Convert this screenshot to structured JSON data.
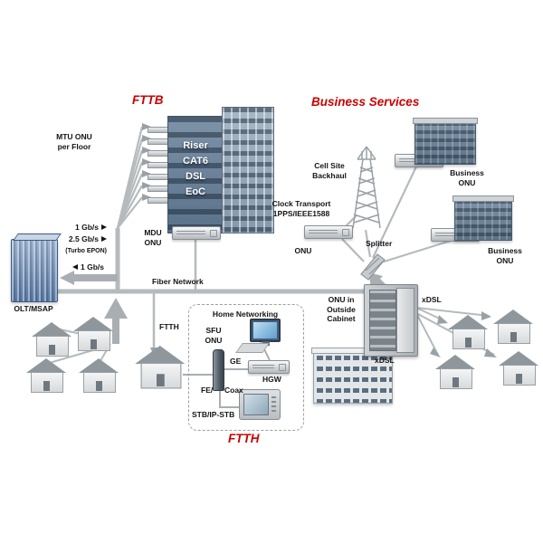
{
  "titles": {
    "fttb": "FTTB",
    "business_services": "Business Services",
    "ftth": "FTTH"
  },
  "fttb": {
    "mtu_onu_label": "MTU ONU\nper Floor",
    "building_text": "Riser\nCAT6\nDSL\nEoC",
    "mdu_onu_label": "MDU\nONU"
  },
  "olt": {
    "name": "OLT/MSAP",
    "downstream_rate_1": "1 Gb/s",
    "downstream_rate_2": "2.5 Gb/s",
    "downstream_note": "(Turbo EPON)",
    "upstream_rate": "1 Gb/s"
  },
  "core": {
    "fiber_network_label": "Fiber Network",
    "splitter_label": "Splitter"
  },
  "business": {
    "cell_site_label": "Cell Site\nBackhaul",
    "clock_transport_label": "Clock Transport\n1PPS/IEEE1588",
    "onu_label": "ONU",
    "business_onu_1_label": "Business\nONU",
    "business_onu_2_label": "Business\nONU"
  },
  "cabinet": {
    "label": "ONU in\nOutside\nCabinet",
    "xdsl_right_label": "xDSL",
    "xdsl_bottom_label": "xDSL"
  },
  "home": {
    "ftth_label": "FTTH",
    "home_networking_title": "Home Networking",
    "sfu_onu_label": "SFU\nONU",
    "ge_label": "GE",
    "hgw_label": "HGW",
    "fe_label": "FE/",
    "coax_label": "Coax",
    "stb_label": "STB/IP-STB"
  },
  "colors": {
    "accent_red": "#cc0000",
    "wire_gray": "#b5babd",
    "arrow_gray": "#a9aeb3"
  }
}
